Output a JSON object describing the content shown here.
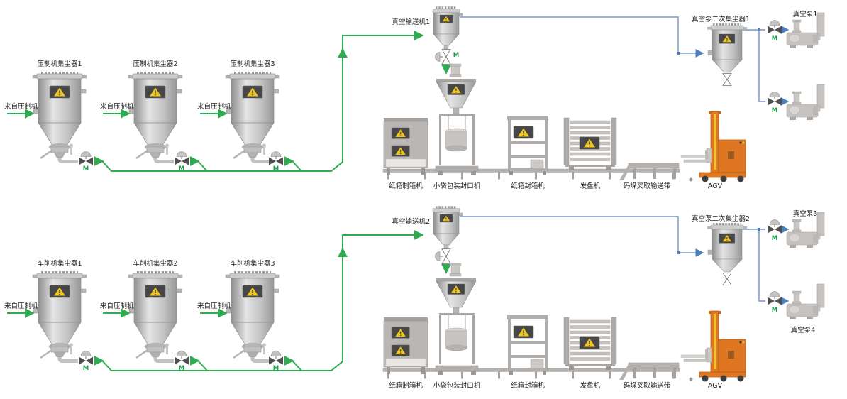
{
  "diagram_title": "vacuum-conveying-packing-line",
  "valve_motor_label": "M",
  "colors": {
    "pipe_green": "#2fac52",
    "pipe_blue": "#8ba7cf",
    "arrow_blue": "#4f7fbe",
    "warning_yellow": "#f2c71d",
    "warning_bg": "#474747",
    "agv_orange": "#df7621",
    "metal_gray": "#c2bfbc"
  },
  "rows": [
    {
      "collectors": [
        {
          "name": "压制机集尘器1",
          "source": "来自压制机"
        },
        {
          "name": "压制机集尘器2",
          "source": "来自压制机"
        },
        {
          "name": "压制机集尘器3",
          "source": "来自压制机"
        }
      ],
      "vacuum_conveyor": "真空输送机1",
      "hopper_valve_motor": "M",
      "secondary_collector": "真空泵二次集尘器1",
      "pump_top": "真空泵1",
      "pump_bottom": "",
      "machines": [
        "纸箱制箱机",
        "小袋包装封口机",
        "纸箱封箱机",
        "发盘机",
        "码垛叉取输送带"
      ],
      "agv": "AGV"
    },
    {
      "collectors": [
        {
          "name": "车削机集尘器1",
          "source": "来自压制机"
        },
        {
          "name": "车削机集尘器2",
          "source": "来自压制机"
        },
        {
          "name": "车削机集尘器3",
          "source": "来自压制机"
        }
      ],
      "vacuum_conveyor": "真空输送机2",
      "hopper_valve_motor": "",
      "secondary_collector": "真空泵二次集尘器2",
      "pump_top": "真空泵3",
      "pump_bottom": "真空泵4",
      "machines": [
        "纸箱制箱机",
        "小袋包装封口机",
        "纸箱封箱机",
        "发盘机",
        "码垛叉取输送带"
      ],
      "agv": "AGV"
    }
  ]
}
